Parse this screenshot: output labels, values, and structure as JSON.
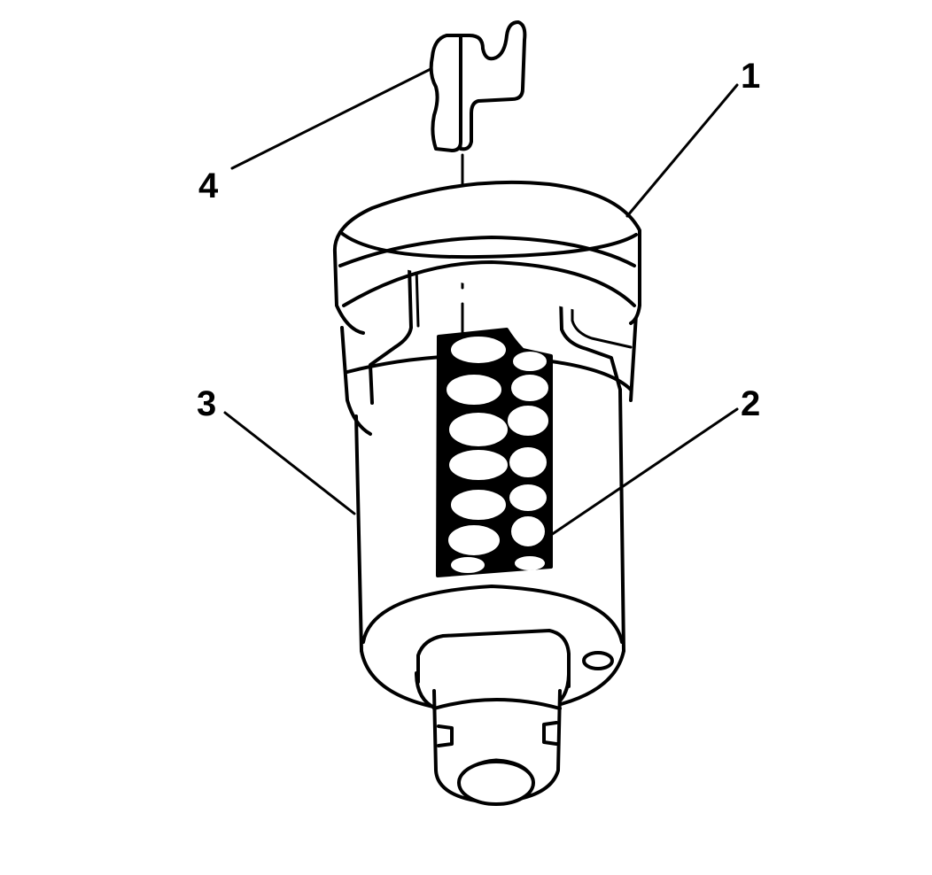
{
  "callouts": [
    {
      "id": "1",
      "label": "1"
    },
    {
      "id": "2",
      "label": "2"
    },
    {
      "id": "3",
      "label": "3"
    },
    {
      "id": "4",
      "label": "4"
    }
  ],
  "colors": {
    "stroke": "#000000",
    "fill": "#ffffff",
    "pin_window": "#000000"
  }
}
